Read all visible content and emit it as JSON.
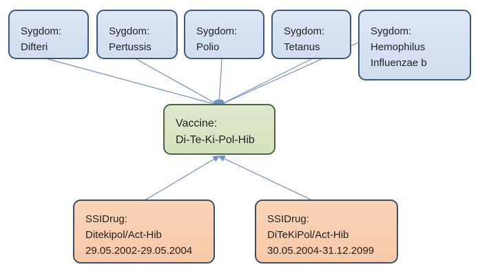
{
  "diseases": [
    {
      "type": "Sygdom:",
      "name": "Difteri"
    },
    {
      "type": "Sygdom:",
      "name": "Pertussis"
    },
    {
      "type": "Sygdom:",
      "name": "Polio"
    },
    {
      "type": "Sygdom:",
      "name": "Tetanus"
    },
    {
      "type": "Sygdom:",
      "name": "Hemophilus",
      "name2": "Influenzae b"
    }
  ],
  "vaccine": {
    "type": "Vaccine:",
    "name": "Di-Te-Ki-Pol-Hib"
  },
  "drugs": [
    {
      "type": "SSIDrug:",
      "name": "Ditekipol/Act-Hib",
      "period": "29.05.2002-29.05.2004"
    },
    {
      "type": "SSIDrug:",
      "name": "DiTeKiPol/Act-Hib",
      "period": "30.05.2004-31.12.2099"
    }
  ],
  "colors": {
    "disease_fill": "#d0ddf0",
    "vaccine_fill": "#d5e2bd",
    "drug_fill": "#f7c9a8",
    "border": "#3b5878",
    "connector": "#6f8fc0"
  }
}
